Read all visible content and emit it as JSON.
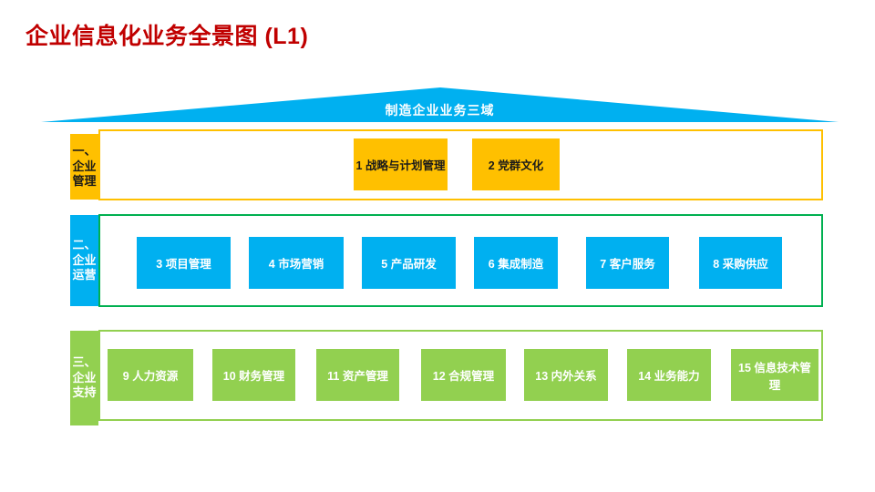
{
  "slide_title": "企业信息化业务全景图 (L1)",
  "roof": {
    "label": "制造企业业务三域",
    "fill": "#00B0F0"
  },
  "colors": {
    "title_red": "#C00000",
    "gold": "#FFC000",
    "blue": "#00B0F0",
    "light_green": "#92D050",
    "green_border": "#00B050",
    "text_on_dark": "#FFFFFF",
    "text_on_gold": "#1A1A1A"
  },
  "bands": [
    {
      "id": "enterprise-management",
      "side_label": "一、\n企业\n管理",
      "border_color": "#FFC000",
      "box_color": "#FFC000",
      "boxes": [
        {
          "label": "1 战略与计划管理"
        },
        {
          "label": "2 党群文化"
        }
      ]
    },
    {
      "id": "enterprise-operations",
      "side_label": "二、\n企业\n运营",
      "border_color": "#00B050",
      "box_color": "#00B0F0",
      "boxes": [
        {
          "label": "3 项目管理"
        },
        {
          "label": "4 市场营销"
        },
        {
          "label": "5 产品研发"
        },
        {
          "label": "6 集成制造"
        },
        {
          "label": "7 客户服务"
        },
        {
          "label": "8 采购供应"
        }
      ]
    },
    {
      "id": "enterprise-support",
      "side_label": "三、\n企业\n支持",
      "border_color": "#92D050",
      "box_color": "#92D050",
      "boxes": [
        {
          "label": "9 人力资源"
        },
        {
          "label": "10 财务管理"
        },
        {
          "label": "11 资产管理"
        },
        {
          "label": "12 合规管理"
        },
        {
          "label": "13 内外关系"
        },
        {
          "label": "14 业务能力"
        },
        {
          "label": "15 信息技术管理"
        }
      ]
    }
  ]
}
